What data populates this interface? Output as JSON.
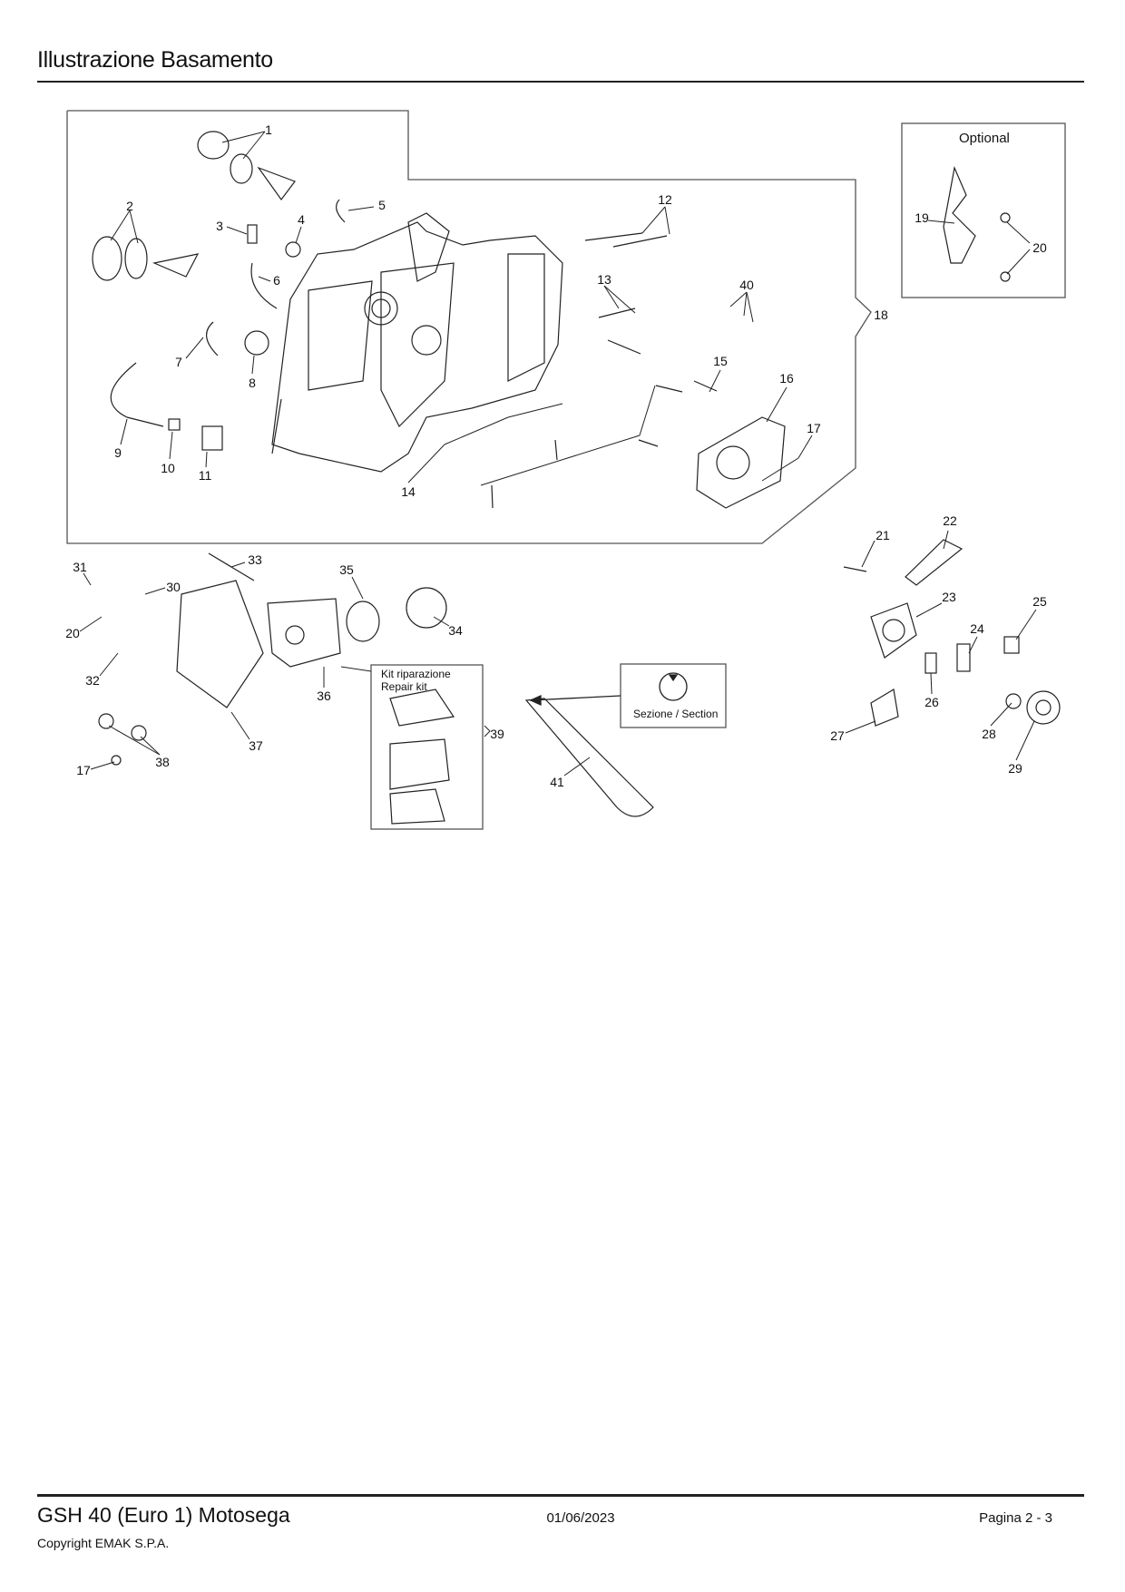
{
  "header": {
    "title": "Illustrazione  Basamento"
  },
  "diagram": {
    "callouts": [
      "1",
      "2",
      "3",
      "4",
      "5",
      "6",
      "7",
      "8",
      "9",
      "10",
      "11",
      "12",
      "13",
      "14",
      "15",
      "16",
      "17",
      "18",
      "19",
      "20",
      "21",
      "22",
      "23",
      "24",
      "25",
      "26",
      "27",
      "28",
      "29",
      "30",
      "31",
      "32",
      "33",
      "34",
      "35",
      "36",
      "37",
      "38",
      "39",
      "40",
      "41",
      "17",
      "20"
    ],
    "optional_label": "Optional",
    "kit_label_it": "Kit riparazione",
    "kit_label_en": "Repair kit",
    "section_label": "Sezione / Section"
  },
  "footer": {
    "model": "GSH 40 (Euro 1) Motosega",
    "date": "01/06/2023",
    "page": "Pagina 2 - 3",
    "copyright": "Copyright EMAK S.P.A."
  }
}
